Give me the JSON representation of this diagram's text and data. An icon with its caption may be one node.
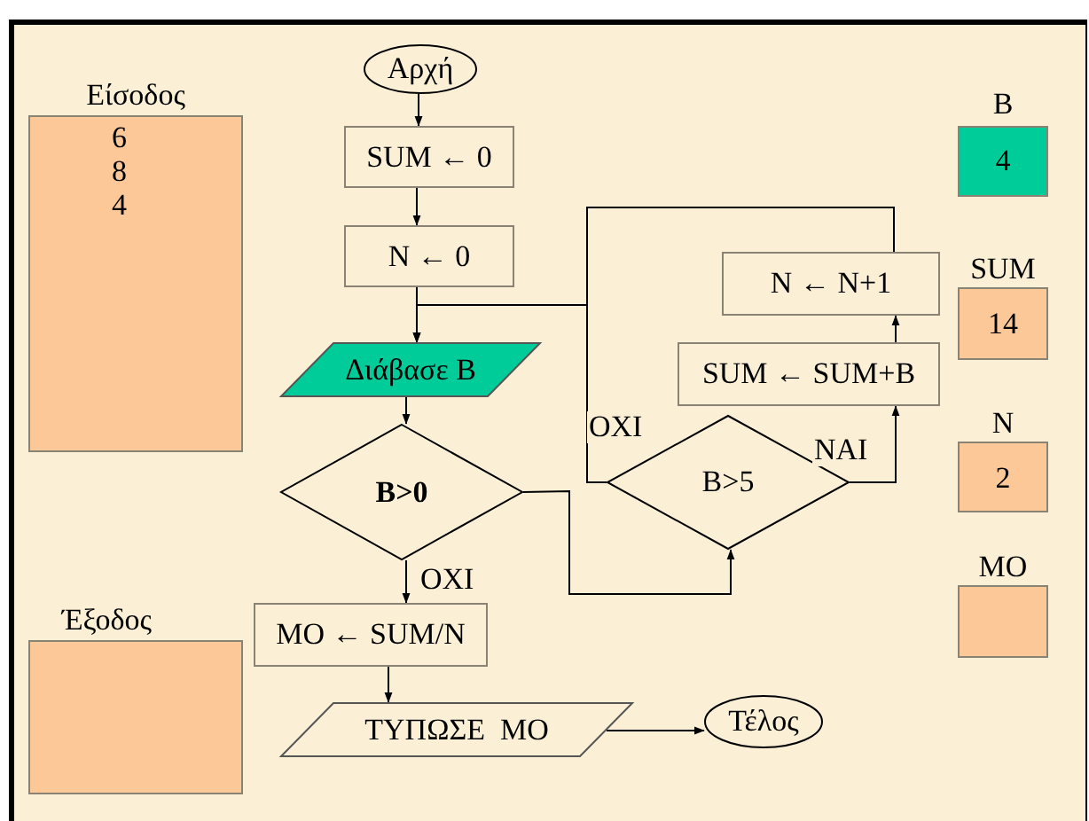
{
  "diagram": {
    "nodes": [
      {
        "text": [
          "Είσοδος",
          "6",
          "8",
          "4"
        ]
      },
      {
        "text": [
          "Αρχή"
        ]
      },
      {
        "text": [
          "SUM ← 0"
        ]
      },
      {
        "text": [
          "N ← 0"
        ]
      },
      {
        "text": [
          "Διάβασε B"
        ]
      },
      {
        "text": [
          "B>0"
        ]
      },
      {
        "text": [
          "B>5"
        ]
      },
      {
        "text": [
          "SUM ← SUM+B"
        ]
      },
      {
        "text": [
          "N ← N+1"
        ]
      },
      {
        "text": [
          "ΜΟ ← SUM/N"
        ]
      },
      {
        "text": [
          "ΤΥΠΩΣΕ  ΜΟ"
        ]
      },
      {
        "text": [
          "Τέλος"
        ]
      },
      {
        "text": [
          "Έξοδος"
        ]
      },
      {
        "text": [
          "B",
          "4"
        ]
      },
      {
        "text": [
          "SUM",
          "14"
        ]
      },
      {
        "text": [
          "N",
          "2"
        ]
      },
      {
        "text": [
          "ΜΟ"
        ]
      }
    ],
    "edges": [
      {
        "from": 1,
        "to": 2,
        "arrow": "to"
      },
      {
        "from": 2,
        "to": 3,
        "arrow": "to"
      },
      {
        "from": 3,
        "to": 4,
        "arrow": "to"
      },
      {
        "from": 4,
        "to": 5,
        "arrow": "to"
      },
      {
        "from": 5,
        "to": 6,
        "arrow": "to"
      },
      {
        "from": 6,
        "to": 4,
        "arrow": "to",
        "label": "ΟΧΙ"
      },
      {
        "from": 6,
        "to": 7,
        "arrow": "to",
        "label": "ΝΑΙ"
      },
      {
        "from": 7,
        "to": 8,
        "arrow": "to"
      },
      {
        "from": 8,
        "to": 4,
        "arrow": "to"
      },
      {
        "from": 5,
        "to": 9,
        "arrow": "to",
        "label": "ΟΧΙ"
      },
      {
        "from": 9,
        "to": 10,
        "arrow": "to"
      },
      {
        "from": 10,
        "to": 11,
        "arrow": "to"
      }
    ]
  }
}
